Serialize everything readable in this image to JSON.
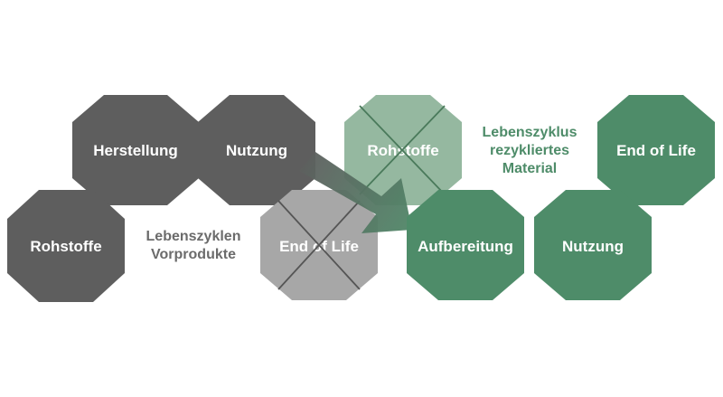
{
  "colors": {
    "dark_gray": "#5e5e5e",
    "light_gray": "#a7a7a7",
    "green": "#4e8c69",
    "light_green": "#95b8a0",
    "label_gray": "#6b6b6b",
    "label_green": "#4e8c69"
  },
  "groups": {
    "predecessor": [
      "Lebenszyklen",
      "Vorprodukte"
    ],
    "recycled": [
      "Lebenszyklus",
      "rezykliertes",
      "Material"
    ]
  },
  "hexagons": {
    "herstellung": "Herstellung",
    "nutzung_grey": "Nutzung",
    "rohstoffe_grey": "Rohstoffe",
    "end_of_life_crossed": "End of Life",
    "rohstoffe_crossed": "Rohstoffe",
    "end_of_life_green": "End of Life",
    "aufbereitung": "Aufbereitung",
    "nutzung_green": "Nutzung"
  }
}
